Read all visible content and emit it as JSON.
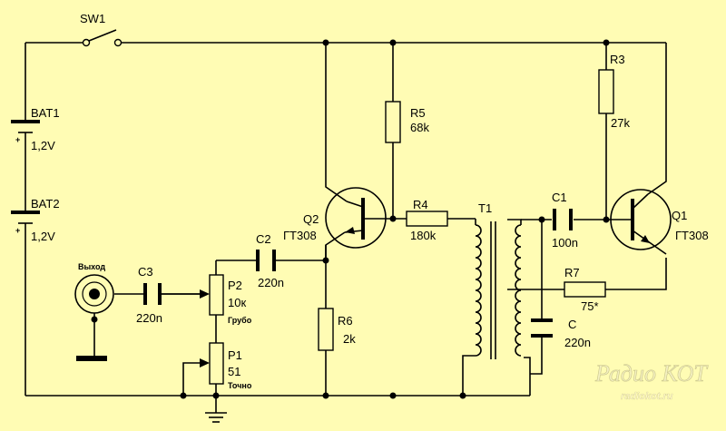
{
  "diagram": {
    "switch": {
      "ref": "SW1"
    },
    "batteries": [
      {
        "ref": "BAT1",
        "value": "1,2V",
        "plus": "+"
      },
      {
        "ref": "BAT2",
        "value": "1,2V",
        "plus": "+"
      }
    ],
    "transistors": [
      {
        "ref": "Q2",
        "type": "ГТ308"
      },
      {
        "ref": "Q1",
        "type": "ГТ308"
      }
    ],
    "resistors": [
      {
        "ref": "R3",
        "value": "27k"
      },
      {
        "ref": "R4",
        "value": "180k"
      },
      {
        "ref": "R5",
        "value": "68k"
      },
      {
        "ref": "R6",
        "value": "2k"
      },
      {
        "ref": "R7",
        "value": "75*"
      }
    ],
    "capacitors": [
      {
        "ref": "C1",
        "value": "100n"
      },
      {
        "ref": "C2",
        "value": "220n"
      },
      {
        "ref": "C3",
        "value": "220n"
      },
      {
        "ref": "C",
        "value": "220n"
      }
    ],
    "potentiometers": [
      {
        "ref": "P2",
        "value": "10к",
        "note": "Грубо"
      },
      {
        "ref": "P1",
        "value": "51",
        "note": "Точно"
      }
    ],
    "transformer": {
      "ref": "T1"
    },
    "output": {
      "label": "Выход"
    },
    "watermark": {
      "logo": "Радио КОТ",
      "site": "radiokot.ru"
    }
  }
}
